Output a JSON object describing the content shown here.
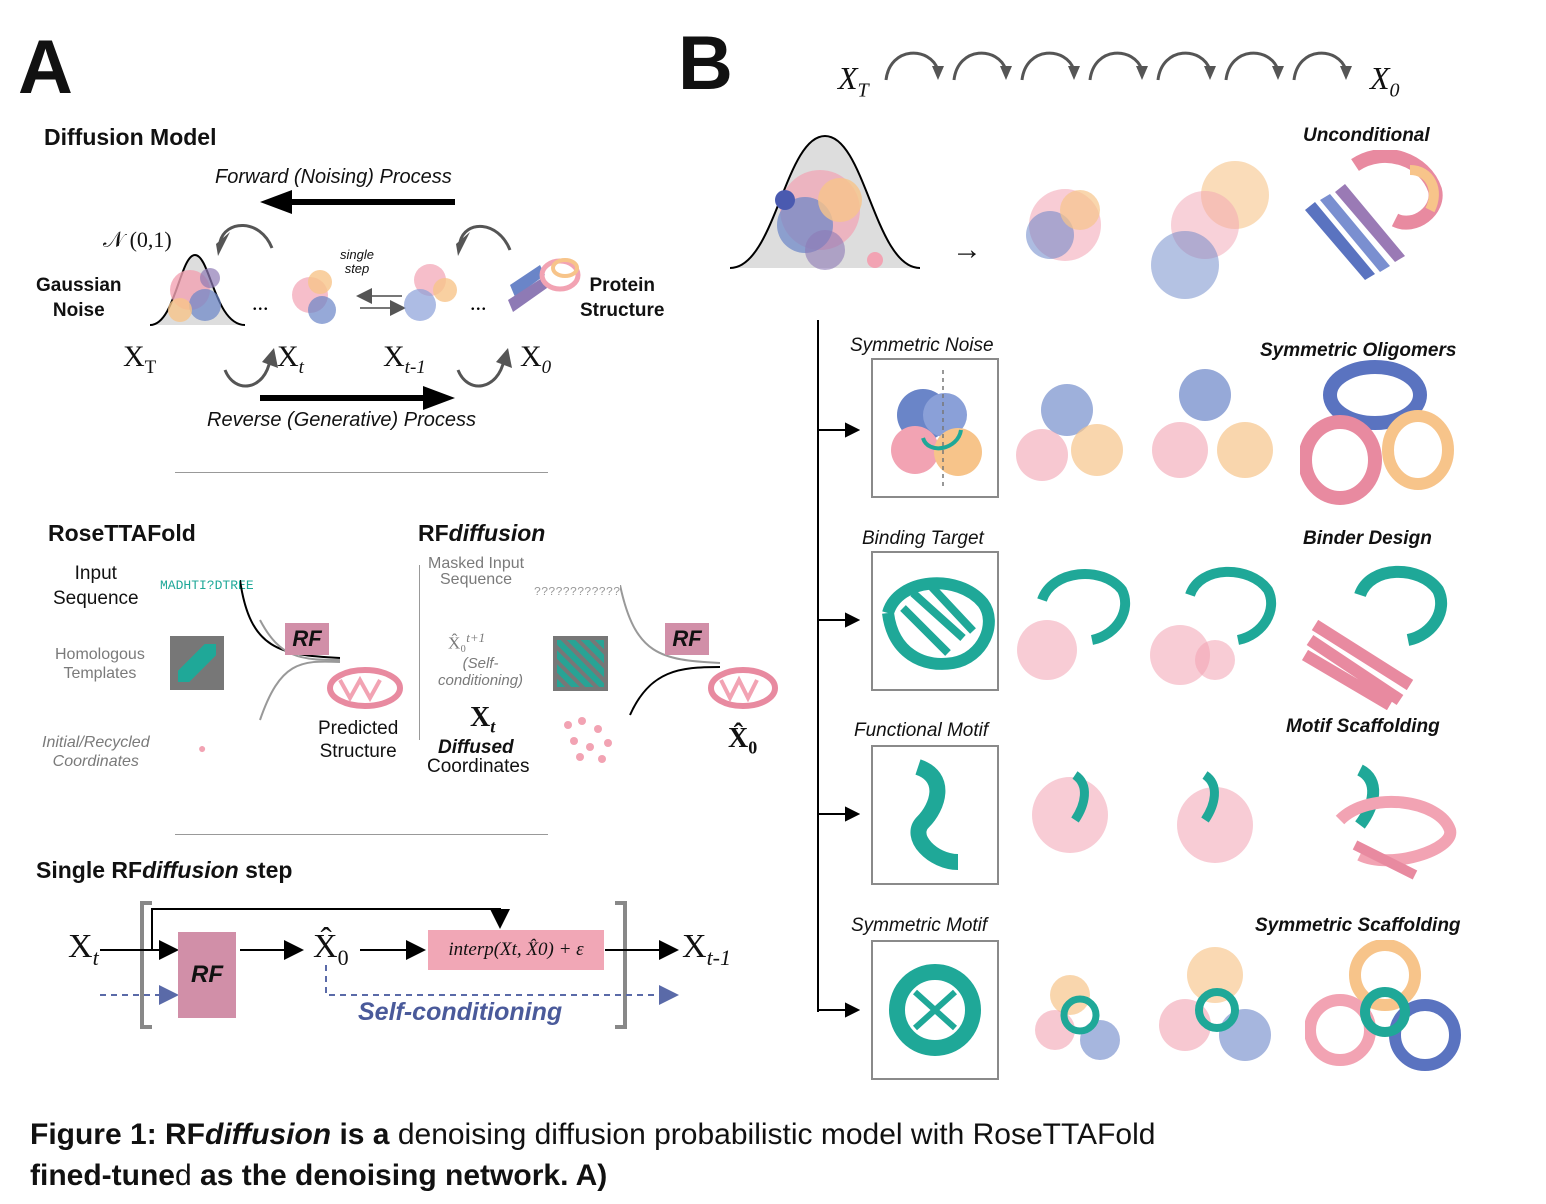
{
  "panel_a": {
    "letter": "A",
    "diffusion": {
      "title": "Diffusion Model",
      "forward": "Forward (Noising) Process",
      "reverse": "Reverse (Generative) Process",
      "normal": "𝒩 (0,1)",
      "gaussian": "Gaussian\nNoise",
      "protein": "Protein\nStructure",
      "single_step": "single\nstep",
      "ellipsis": "...",
      "xT": "X",
      "xT_sub": "T",
      "xt": "X",
      "xt_sub": "t",
      "xt1": "X",
      "xt1_sub": "t-1",
      "x0": "X",
      "x0_sub": "0"
    },
    "rosettafold": {
      "title": "RoseTTAFold",
      "input_seq": "Input\nSequence",
      "seq": "MADHTI?DTREE",
      "templates": "Homologous\nTemplates",
      "coords": "Initial/Recycled\nCoordinates",
      "rf": "RF",
      "predicted": "Predicted\nStructure"
    },
    "rfdiffusion": {
      "title_bold": "RF",
      "title_italic": "diffusion",
      "masked": "Masked Input\nSequence",
      "masked_seq": "????????????",
      "self_cond_sym": "X̂₀",
      "self_cond_sup": "t+1",
      "self_cond_lbl": "(Self-\nconditioning)",
      "xt": "X",
      "xt_sub": "t",
      "diffused": "Diffused",
      "coordinates": "Coordinates",
      "rf": "RF",
      "x0hat": "X̂",
      "x0hat_sub": "0"
    },
    "step": {
      "title_a": "Single RF",
      "title_b": "diffusion",
      "title_c": " step",
      "xt": "X",
      "xt_sub": "t",
      "rf": "RF",
      "x0": "X̂",
      "x0_sub": "0",
      "interp": "interp(Xt, X̂0) + ε",
      "xt1": "X",
      "xt1_sub": "t-1",
      "self_cond": "Self-conditioning"
    }
  },
  "panel_b": {
    "letter": "B",
    "xT": "X",
    "xT_sub": "T",
    "x0": "X",
    "x0_sub": "0",
    "rows": [
      {
        "head": "Unconditional",
        "sub": ""
      },
      {
        "head": "Symmetric Oligomers",
        "sub": "Symmetric Noise"
      },
      {
        "head": "Binder Design",
        "sub": "Binding Target"
      },
      {
        "head": "Motif Scaffolding",
        "sub": "Functional Motif"
      },
      {
        "head": "Symmetric Scaffolding",
        "sub": "Symmetric Motif"
      }
    ]
  },
  "caption": {
    "b1": "Figure 1: RF",
    "b2": "diffusion",
    "b3": " is a",
    "n1": " denoising diffusion probabilistic model with RoseTTAFold",
    "n2": "fined-tune",
    "n3": "d",
    "b4": " as the denoising network. A)"
  },
  "colors": {
    "teal": "#1fa898",
    "pink": "#f2a3b3",
    "blue": "#6a85c8",
    "peach": "#f7c48a",
    "rf_box": "#d18fa8",
    "self_cond_text": "#4a5a9a"
  }
}
